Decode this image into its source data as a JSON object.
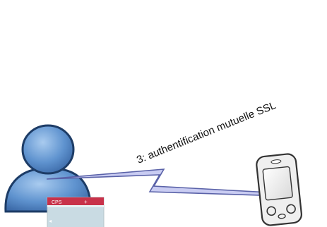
{
  "diagram": {
    "connection_label": "3: authentification mutuelle SSL",
    "card_label": "CPS",
    "card_symbol": "+",
    "card_side_arrow": "◂"
  },
  "nodes": [
    {
      "id": "user",
      "icon": "user-avatar-icon"
    },
    {
      "id": "card",
      "icon": "smart-card-icon"
    },
    {
      "id": "device",
      "icon": "pda-device-icon"
    }
  ],
  "edges": [
    {
      "from": "user",
      "to": "device",
      "style": "lightning-link"
    }
  ],
  "colors": {
    "user_body": "#5f93cf",
    "user_outline": "#1d3c66",
    "link_fill": "#c9ccf2",
    "link_outline": "#5a62a8",
    "card_header": "#c8324a",
    "card_body": "#c9dbe3",
    "device_body": "#efefef",
    "device_outline": "#333333"
  }
}
